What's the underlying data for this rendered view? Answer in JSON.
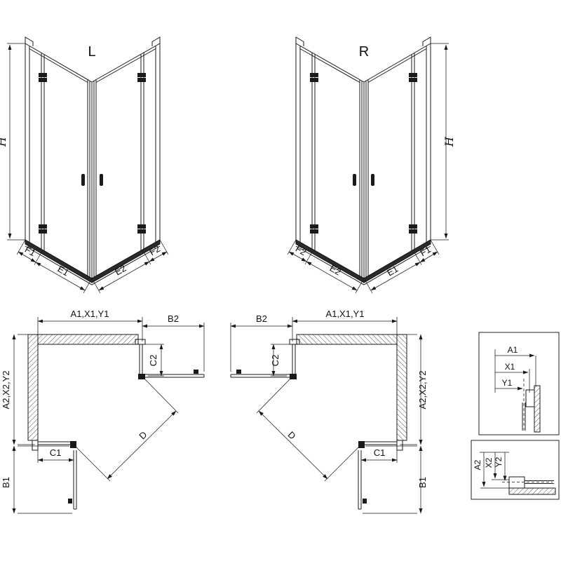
{
  "front_left": {
    "title": "L",
    "h": "H",
    "f1": "F1",
    "e1": "E1",
    "e2": "E2",
    "f2": "F2"
  },
  "front_right": {
    "title": "R",
    "h": "H",
    "f1": "F1",
    "e1": "E1",
    "e2": "E2",
    "f2": "F2"
  },
  "plan_left": {
    "top_width": "A1,X1,Y1",
    "door_top": "B2",
    "fixed_right": "C2",
    "side_height": "A2,X2,Y2",
    "fixed_bottom": "C1",
    "door_side": "B1",
    "diagonal": "D"
  },
  "plan_right": {
    "top_width": "A1,X1,Y1",
    "door_top": "B2",
    "fixed_left": "C2",
    "side_height": "A2,X2,Y2",
    "fixed_bottom": "C1",
    "door_side": "B1",
    "diagonal": "D"
  },
  "detail_top": {
    "a1": "A1",
    "x1": "X1",
    "y1": "Y1"
  },
  "detail_bottom": {
    "a2": "A2",
    "x2": "X2",
    "y2": "Y2"
  }
}
